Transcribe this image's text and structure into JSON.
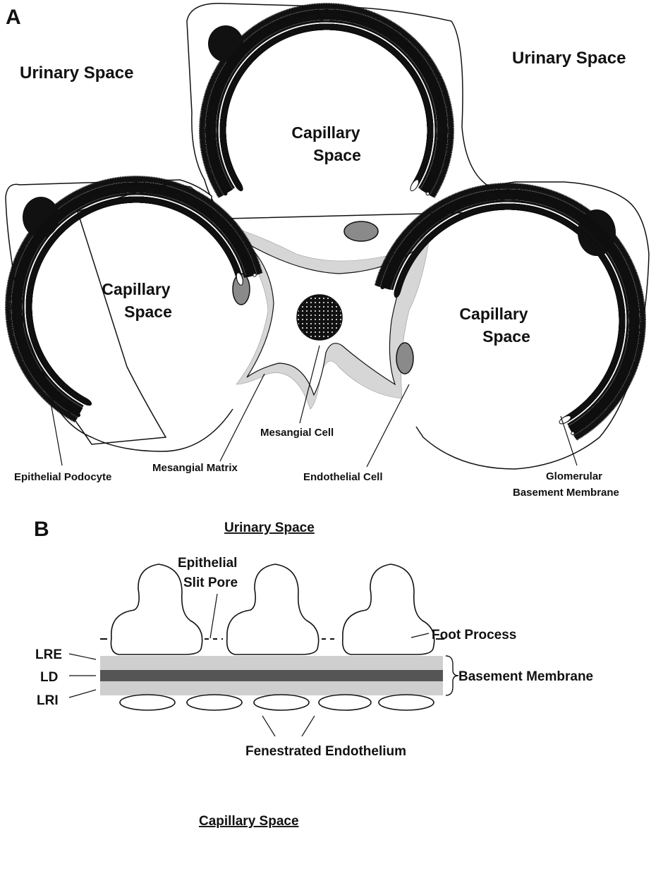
{
  "panel_a": {
    "letter": "A",
    "urinary_space_left": "Urinary Space",
    "urinary_space_right": "Urinary Space",
    "capillary_top_line1": "Capillary",
    "capillary_top_line2": "Space",
    "capillary_left_line1": "Capillary",
    "capillary_left_line2": "Space",
    "capillary_right_line1": "Capillary",
    "capillary_right_line2": "Space",
    "mesangial_cell": "Mesangial Cell",
    "epithelial_podocyte": "Epithelial Podocyte",
    "mesangial_matrix": "Mesangial Matrix",
    "endothelial_cell": "Endothelial Cell",
    "gbm_line1": "Glomerular",
    "gbm_line2": "Basement Membrane"
  },
  "panel_b": {
    "letter": "B",
    "urinary_space": "Urinary Space",
    "slit_pore_line1": "Epithelial",
    "slit_pore_line2": "Slit Pore",
    "foot_process": "Foot Process",
    "lre": "LRE",
    "ld": "LD",
    "lri": "LRI",
    "basement_membrane": "Basement Membrane",
    "fenestrated_endothelium": "Fenestrated Endothelium",
    "capillary_space": "Capillary Space"
  },
  "colors": {
    "ink": "#111111",
    "matrix_gray": "#d6d6d6",
    "membrane_light": "#cfcfcf",
    "membrane_dark": "#555555",
    "nucleus_gray": "#8a8a8a"
  }
}
